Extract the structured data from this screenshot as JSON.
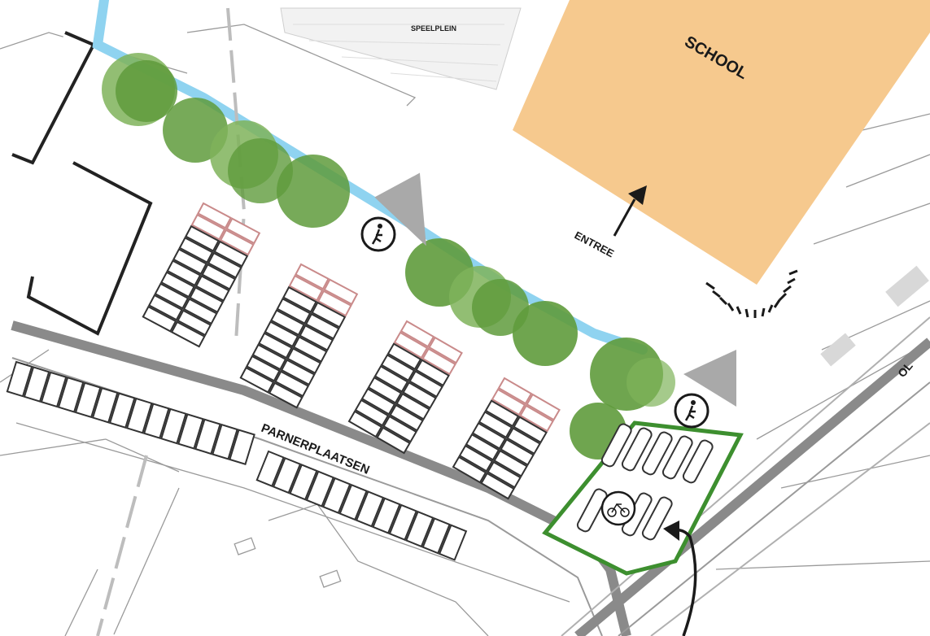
{
  "labels": {
    "school": "SCHOOL",
    "entree": "ENTREE",
    "parking_street": "PARNERPLAATSEN",
    "top_area": "SPEELPLEIN",
    "right_street": "OL"
  },
  "colors": {
    "school": "#f6c98e",
    "tree": "#5f9b3c",
    "tree_light": "#7fb35a",
    "water": "#8fd3f0",
    "road": "#8a8a8a",
    "parking_red": "#c98a8a",
    "parking_dark": "#333333",
    "bike_green": "#3d8f2f",
    "arrow_grey": "#a9a9a9"
  },
  "icons": [
    "pedestrian-icon",
    "pedestrian-icon",
    "bicycle-icon",
    "entrance-arrow-icon",
    "approach-arrow-icon"
  ]
}
